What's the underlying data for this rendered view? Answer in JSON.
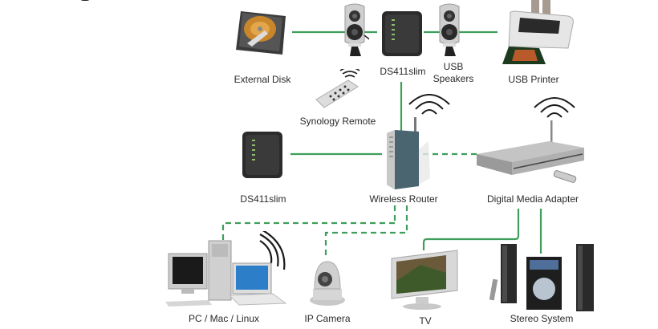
{
  "diagram": {
    "title_fragment": "",
    "colors": {
      "link": "#3f9e5b",
      "wireless_link": "#3f9e5b",
      "label_text": "#2a2a2a",
      "wave": "#1a1a1a"
    },
    "nodes": [
      {
        "id": "external-disk",
        "label": "External Disk",
        "icon": "hard-disk-icon"
      },
      {
        "id": "ds411slim-top",
        "label": "DS411slim",
        "icon": "nas-icon"
      },
      {
        "id": "usb-speakers",
        "label_line1": "USB",
        "label_line2": "Speakers",
        "icon": "speaker-icon"
      },
      {
        "id": "usb-printer",
        "label": "USB Printer",
        "icon": "printer-icon"
      },
      {
        "id": "synology-remote",
        "label": "Synology Remote",
        "icon": "remote-control-icon"
      },
      {
        "id": "ds411slim-left",
        "label": "DS411slim",
        "icon": "nas-icon"
      },
      {
        "id": "wireless-router",
        "label": "Wireless Router",
        "icon": "router-icon"
      },
      {
        "id": "digital-media-adapter",
        "label": "Digital Media Adapter",
        "icon": "media-adapter-icon"
      },
      {
        "id": "pc-mac-linux",
        "label": "PC / Mac / Linux",
        "icon": "computer-icon"
      },
      {
        "id": "ip-camera",
        "label": "IP Camera",
        "icon": "camera-icon"
      },
      {
        "id": "tv",
        "label": "TV",
        "icon": "tv-icon"
      },
      {
        "id": "stereo-system",
        "label": "Stereo System",
        "icon": "stereo-icon"
      }
    ],
    "links": [
      {
        "from": "external-disk",
        "to": "ds411slim-top",
        "type": "wired"
      },
      {
        "from": "ds411slim-top",
        "to": "usb-speakers",
        "type": "wired"
      },
      {
        "from": "usb-speakers",
        "to": "usb-printer",
        "type": "wired"
      },
      {
        "from": "ds411slim-top",
        "to": "wireless-router",
        "type": "wired"
      },
      {
        "from": "ds411slim-left",
        "to": "wireless-router",
        "type": "wired"
      },
      {
        "from": "wireless-router",
        "to": "digital-media-adapter",
        "type": "wireless"
      },
      {
        "from": "wireless-router",
        "to": "pc-mac-linux",
        "type": "wireless"
      },
      {
        "from": "wireless-router",
        "to": "ip-camera",
        "type": "wireless"
      },
      {
        "from": "digital-media-adapter",
        "to": "tv",
        "type": "wired"
      },
      {
        "from": "digital-media-adapter",
        "to": "stereo-system",
        "type": "wired"
      }
    ]
  }
}
